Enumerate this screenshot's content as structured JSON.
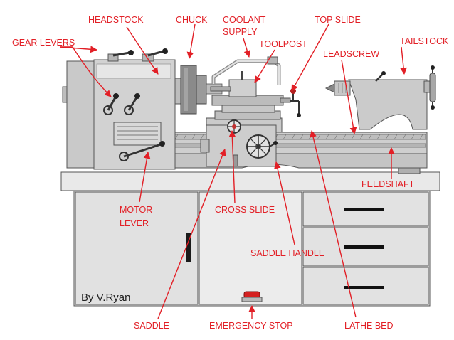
{
  "labels": {
    "headstock": "HEADSTOCK",
    "chuck": "CHUCK",
    "coolant_line1": "COOLANT",
    "coolant_line2": "SUPPLY",
    "top_slide": "TOP SLIDE",
    "gear_levers": "GEAR LEVERS",
    "toolpost": "TOOLPOST",
    "leadscrew": "LEADSCREW",
    "tailstock": "TAILSTOCK",
    "feedshaft": "FEEDSHAFT",
    "motor_line1": "MOTOR",
    "motor_line2": "LEVER",
    "cross_slide": "CROSS SLIDE",
    "saddle_handle": "SADDLE HANDLE",
    "saddle": "SADDLE",
    "emergency_stop": "EMERGENCY STOP",
    "lathe_bed": "LATHE BED"
  },
  "credit": "By V.Ryan",
  "colors": {
    "label": "#e21f26",
    "machine_grey": "#c8c8c8",
    "cabinet": "#e4e4e4",
    "stop_button": "#d42020"
  }
}
